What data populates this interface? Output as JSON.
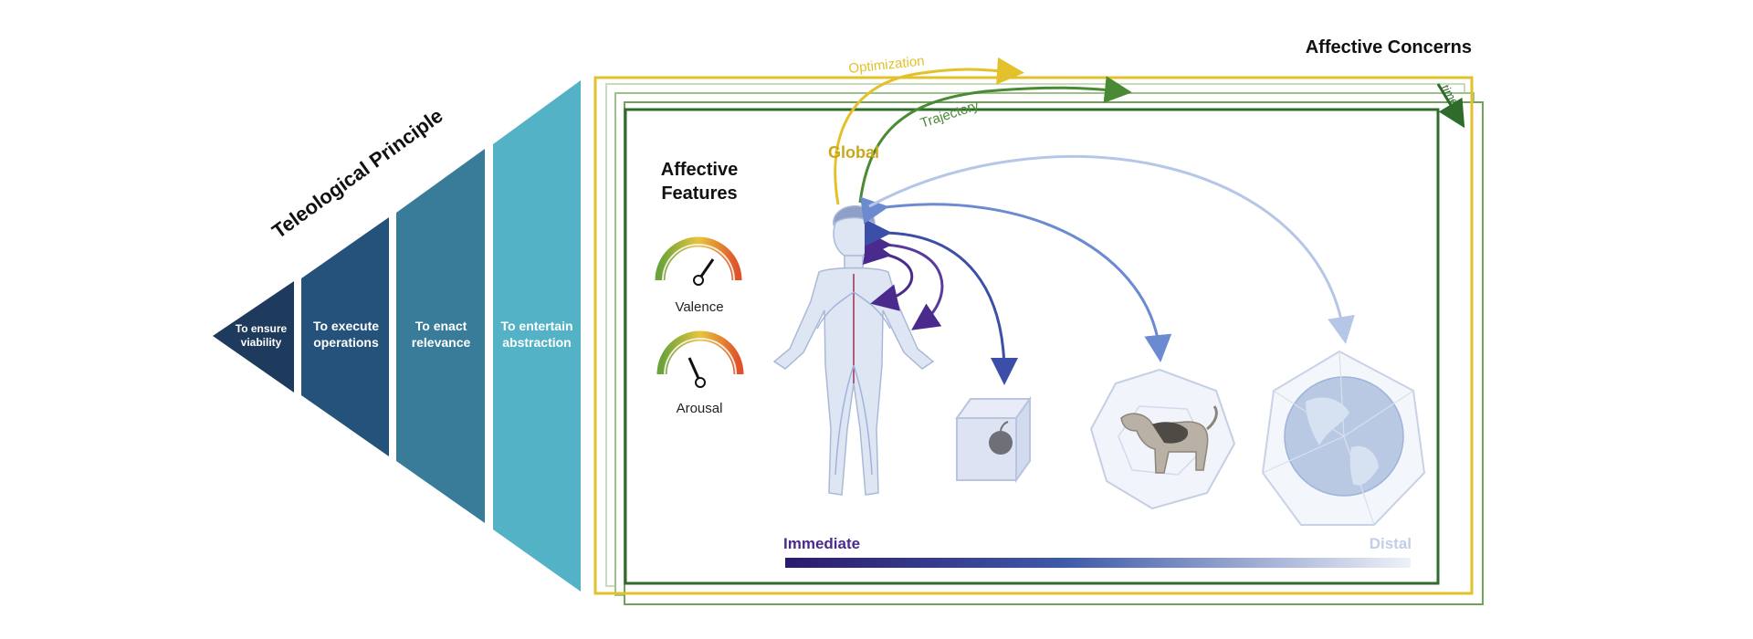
{
  "title": "Teleological Principle",
  "stages": [
    {
      "line1": "To ensure",
      "line2": "viability"
    },
    {
      "line1": "To execute",
      "line2": "operations"
    },
    {
      "line1": "To enact",
      "line2": "relevance"
    },
    {
      "line1": "To entertain",
      "line2": "abstraction"
    }
  ],
  "affective_concerns": "Affective Concerns",
  "time_label": "time",
  "optimization": "Optimization",
  "trajectory": "Trajectory",
  "global": "Global",
  "affective_features": {
    "line1": "Affective",
    "line2": "Features"
  },
  "gauges": [
    {
      "label": "Valence"
    },
    {
      "label": "Arousal"
    }
  ],
  "scale": {
    "left": "Immediate",
    "right": "Distal"
  },
  "colors": {
    "stage1": "#1e3a5c",
    "stage2": "#24527a",
    "stage3": "#387c9a",
    "stage4": "#53b2c6",
    "yellow": "#e3c12a",
    "frame_green": "#2f6b2a",
    "trajectory_green": "#4a8a35",
    "purple": "#4a2a8c",
    "blue_mid": "#4a6cc0",
    "blue_light": "#b6c6e6"
  },
  "icons": [
    "human-figure-icon",
    "apple-cube-icon",
    "dog-dodecahedron-icon",
    "globe-icosahedron-icon"
  ]
}
